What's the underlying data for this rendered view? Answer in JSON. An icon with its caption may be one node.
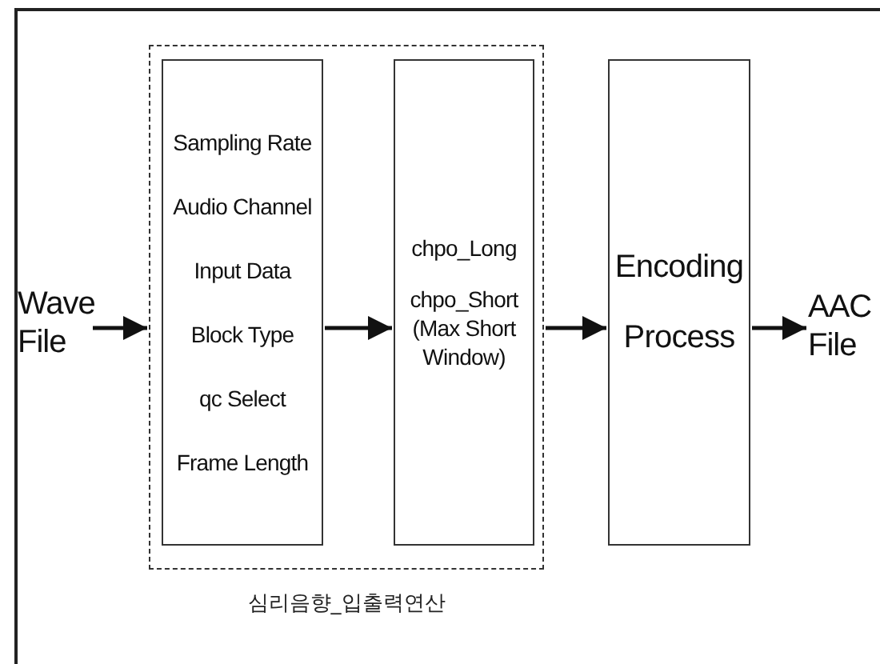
{
  "diagram": {
    "nodes": [
      {
        "text": [
          "Wave File"
        ]
      },
      {
        "text": [
          "심리음향_입출력연산"
        ]
      },
      {
        "text": [
          "Sampling Rate",
          "Audio Channel",
          "Input Data",
          "Block Type",
          "qc Select",
          "Frame Length"
        ],
        "in": 1
      },
      {
        "text": [
          "chpo_Long",
          "chpo_Short (Max Short Window)"
        ],
        "in": 1
      },
      {
        "text": [
          "Encoding Process"
        ]
      },
      {
        "text": [
          "AAC File"
        ]
      }
    ],
    "edges": [
      {
        "from": 0,
        "to": 1,
        "arrow": "to"
      },
      {
        "from": 2,
        "to": 3,
        "arrow": "to"
      },
      {
        "from": 1,
        "to": 4,
        "arrow": "to"
      },
      {
        "from": 4,
        "to": 5,
        "arrow": "to"
      }
    ]
  }
}
